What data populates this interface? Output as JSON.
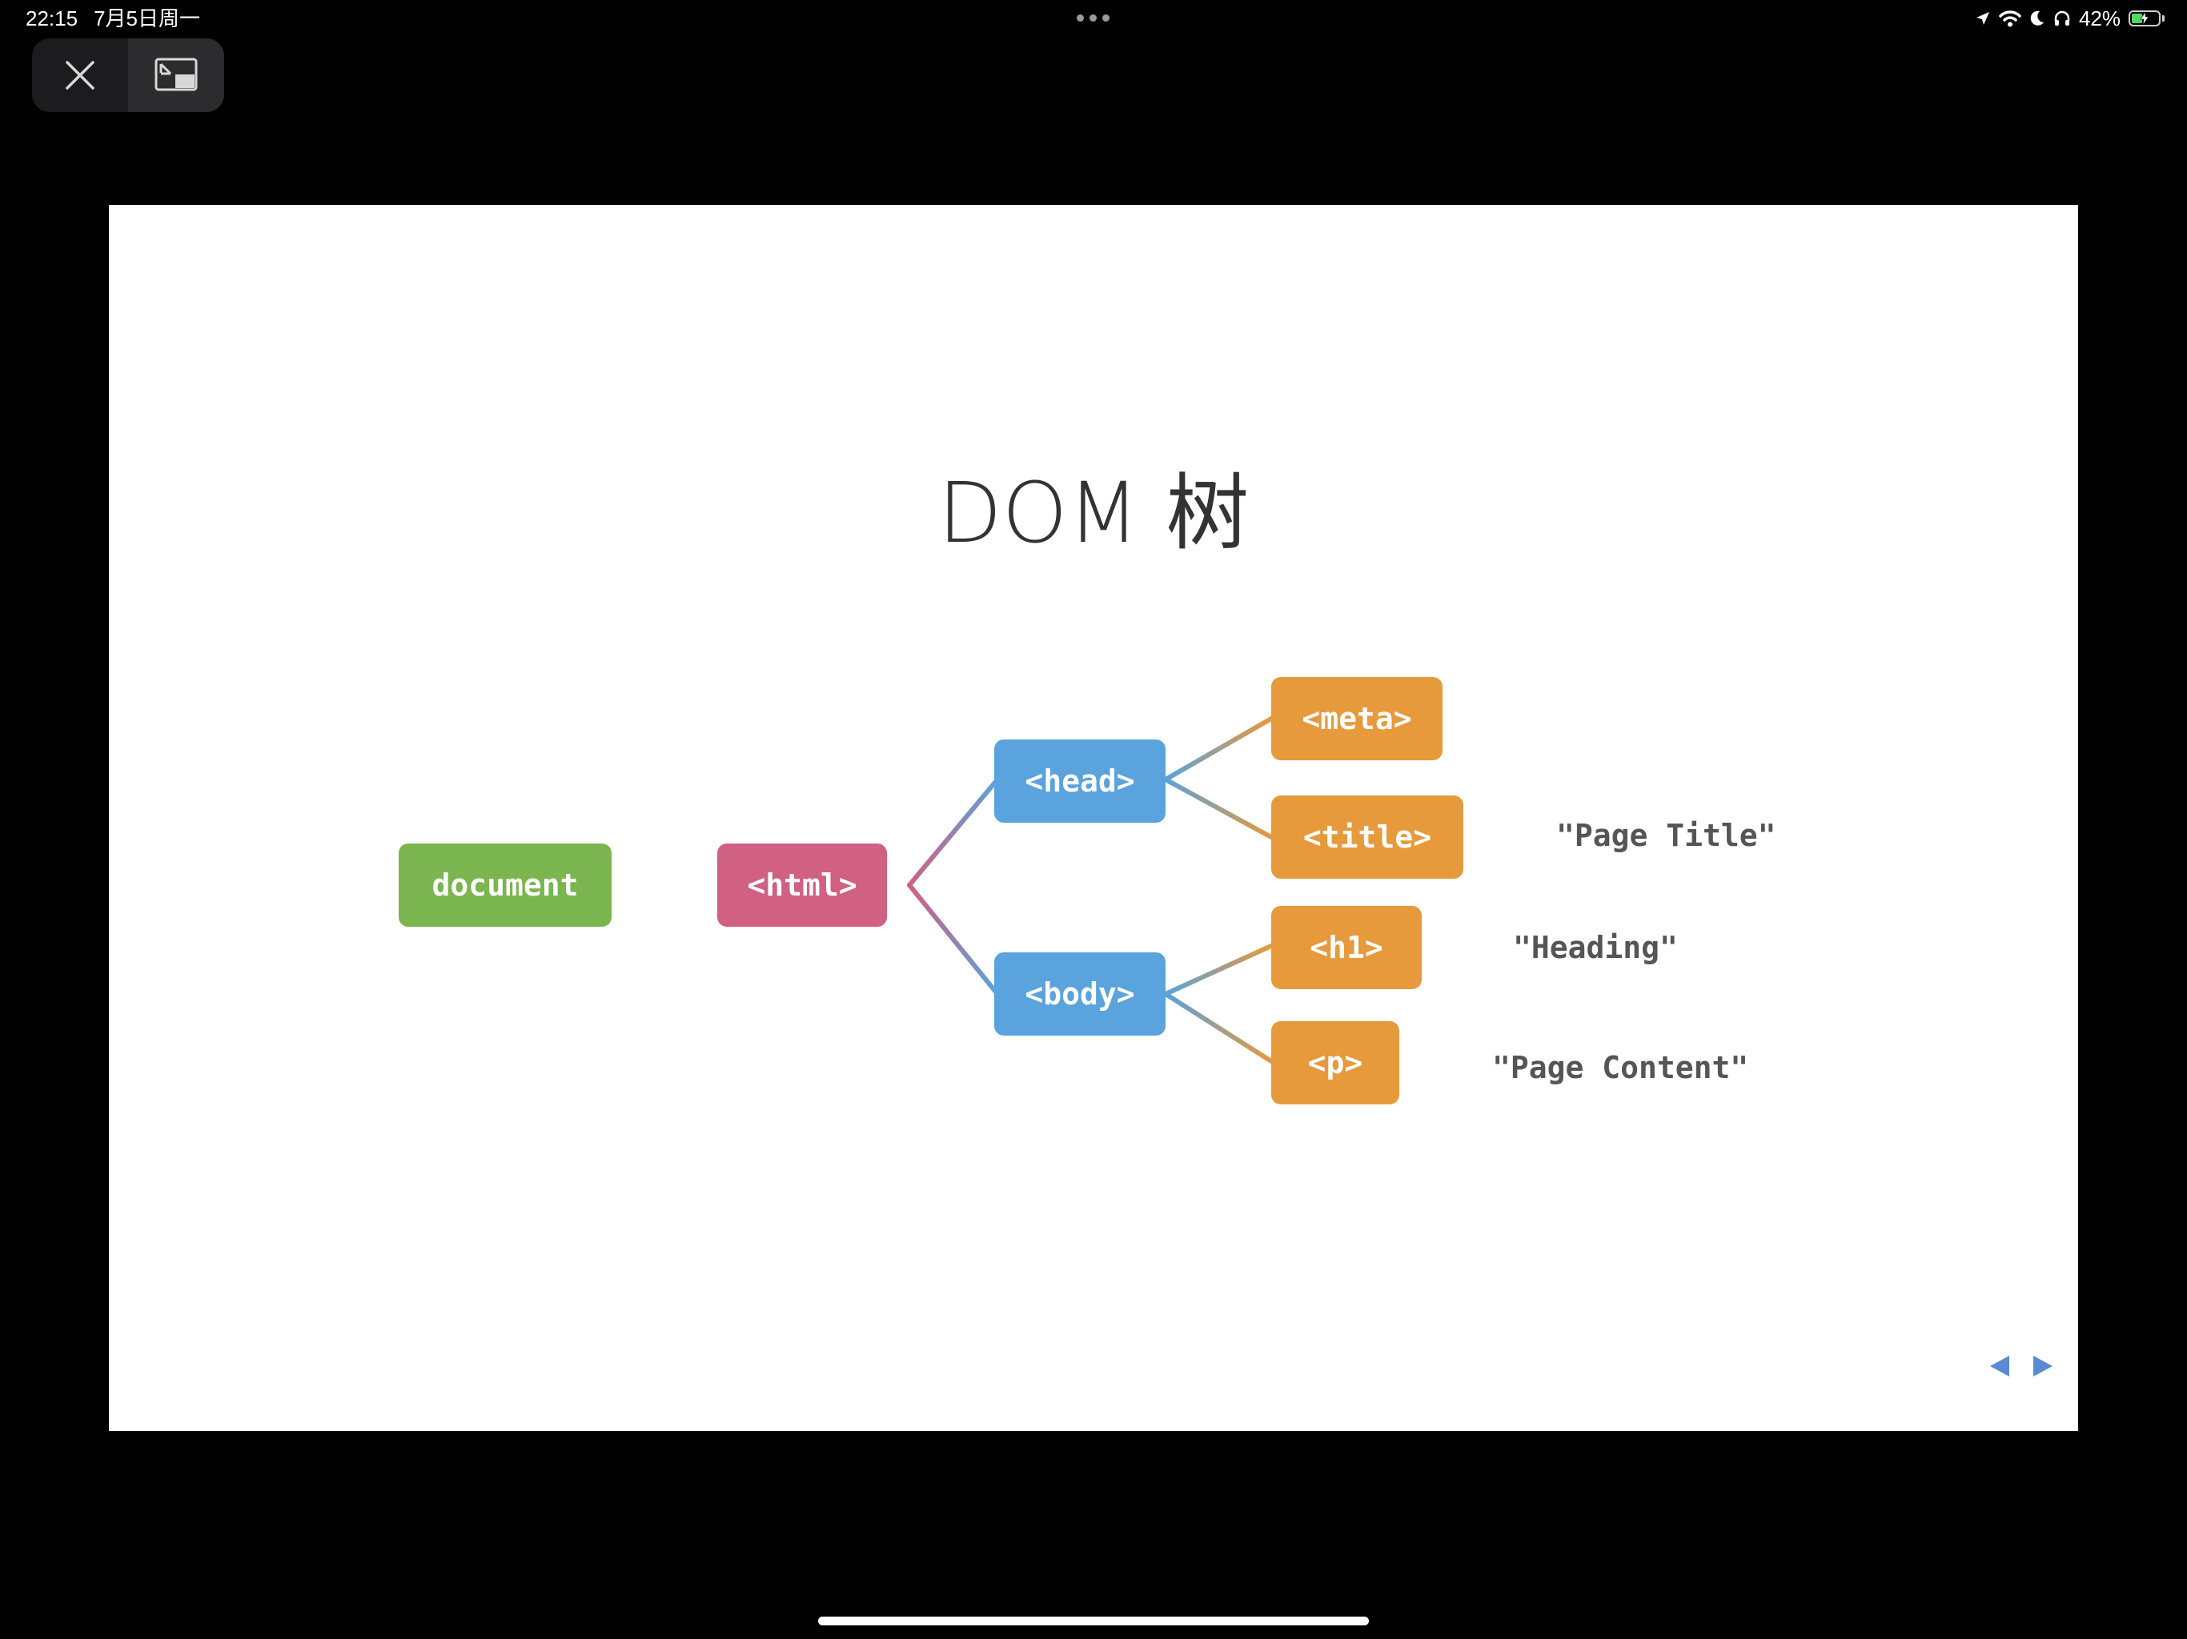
{
  "status_bar": {
    "time": "22:15",
    "date": "7月5日周一",
    "battery_percent": "42%",
    "battery_level": 0.42,
    "icons": [
      "location-arrow-icon",
      "wifi-icon",
      "moon-icon",
      "headphones-icon",
      "battery-charging-icon"
    ]
  },
  "controls": {
    "close_icon": "close-icon",
    "pip_icon": "picture-in-picture-exit-icon"
  },
  "slide": {
    "title": "DOM 树",
    "nodes": {
      "document": "document",
      "html": "<html>",
      "head": "<head>",
      "body": "<body>",
      "meta": "<meta>",
      "title": "<title>",
      "h1": "<h1>",
      "p": "<p>"
    },
    "text_nodes": {
      "page_title": "\"Page Title\"",
      "heading": "\"Heading\"",
      "page_content": "\"Page Content\""
    },
    "colors": {
      "document": "#7ab54f",
      "html": "#d06182",
      "head_body": "#5aa3dc",
      "leaves": "#e69a3c",
      "nav_arrows": "#5a8ad6"
    },
    "navigation": {
      "prev_icon": "triangle-left-icon",
      "next_icon": "triangle-right-icon"
    }
  }
}
